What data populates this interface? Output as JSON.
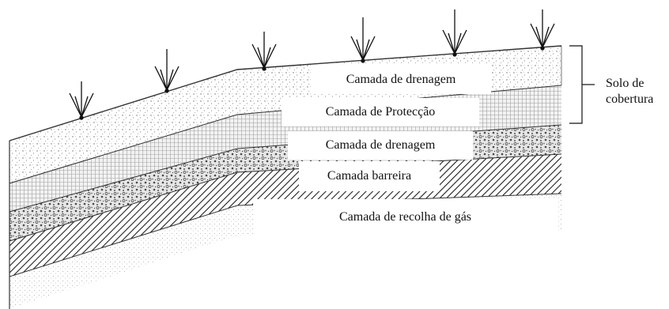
{
  "labels": {
    "drainage_top": "Camada de drenagem",
    "protection": "Camada de Protecção",
    "drainage_lower": "Camada de drenagem",
    "barrier": "Camada barreira",
    "gas_collection": "Camada de recolha de gás",
    "cover_soil_line1": "Solo de",
    "cover_soil_line2": "cobertura"
  },
  "arrows_count": 6
}
